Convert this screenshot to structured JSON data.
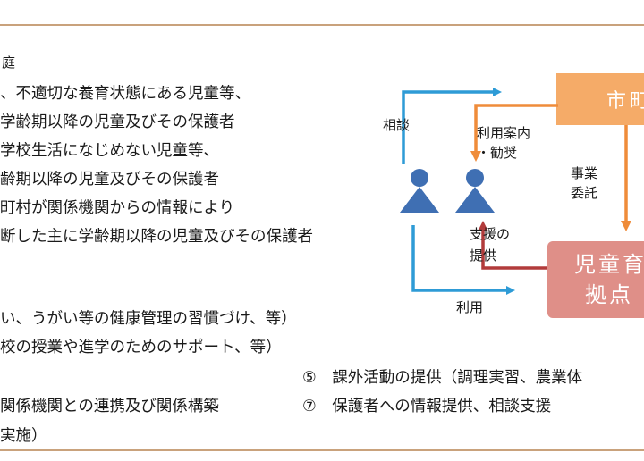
{
  "left_text": {
    "heading": "庭",
    "lines": [
      "、不適切な養育状態にある児童等、",
      "学齢期以降の児童及びその保護者",
      "学校生活になじめない児童等、",
      "齢期以降の児童及びその保護者",
      "町村が関係機関からの情報により",
      "断した主に学齢期以降の児童及びその保護者"
    ],
    "items": [
      "い、うがい等の健康管理の習慣づけ、等）",
      "校の授業や進学のためのサポート、等）",
      "関係機関との連携及び関係構築",
      "実施）"
    ],
    "item5": "⑤　課外活動の提供（調理実習、農業体",
    "item7": "⑦　保護者への情報提供、相談支援"
  },
  "diagram": {
    "label_consult": "相談",
    "label_guidance_1": "利用案内",
    "label_guidance_2": "・勧奨",
    "label_commission_1": "事業",
    "label_commission_2": "委託",
    "label_support_1": "支援の",
    "label_support_2": "提供",
    "label_use": "利用",
    "box_municipality": "市町",
    "box_base_1": "児童育",
    "box_base_2": "拠点",
    "colors": {
      "arrow_blue": "#2e9bd6",
      "arrow_orange": "#ef8c3a",
      "arrow_red": "#b23b3b",
      "box_orange": "#f5ab68",
      "box_pink": "#df8f88",
      "person_fill": "#3f6fb3",
      "rule": "#c9a27c"
    }
  }
}
